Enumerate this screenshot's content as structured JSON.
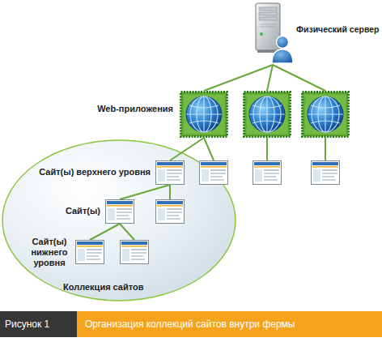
{
  "diagram": {
    "caption": "Организация коллекций сайтов внутри фермы",
    "nodes": [
      {
        "text": [
          "Физический сервер"
        ]
      },
      {
        "text": [
          "Web-приложения"
        ]
      },
      {
        "text": [
          "Коллекция сайтов"
        ]
      },
      {
        "text": [
          "Сайт(ы) верхнего уровня"
        ],
        "in": 2
      },
      {
        "text": [
          "Сайт(ы)"
        ],
        "in": 2
      },
      {
        "text": [
          "Сайт(ы) нижнего уровня"
        ],
        "in": 2
      }
    ],
    "edges": [
      {
        "from": 0,
        "to": 1,
        "arrow": "none"
      },
      {
        "from": 1,
        "to": 3,
        "arrow": "none"
      },
      {
        "from": 3,
        "to": 4,
        "arrow": "none"
      },
      {
        "from": 4,
        "to": 5,
        "arrow": "none"
      }
    ],
    "labels": [
      "Рисунок 1"
    ]
  }
}
